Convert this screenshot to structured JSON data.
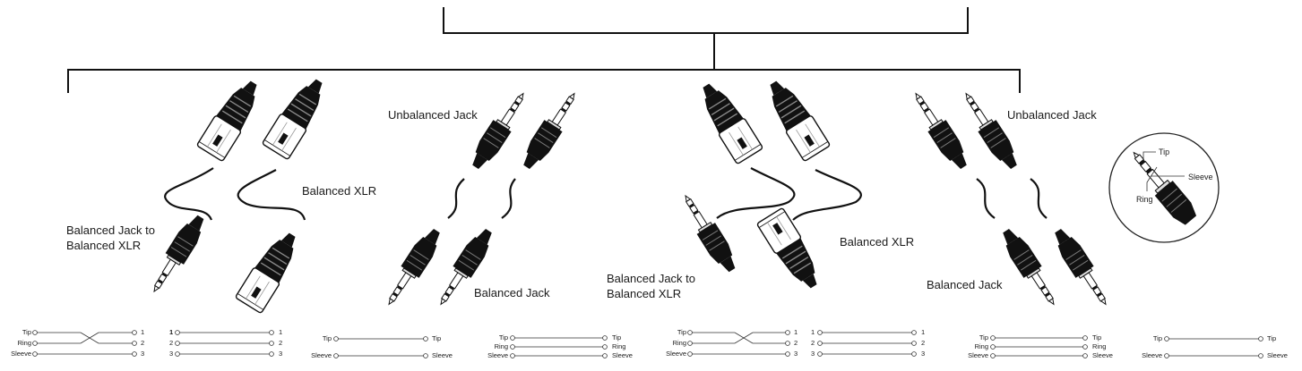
{
  "labels": {
    "d1_jack_to_xlr_line1": "Balanced Jack to",
    "d1_jack_to_xlr_line2": "Balanced XLR",
    "d1_balanced_xlr": "Balanced XLR",
    "d2_unbalanced_jack": "Unbalanced Jack",
    "d2_balanced_jack": "Balanced Jack",
    "d3_jack_to_xlr_line1": "Balanced Jack to",
    "d3_jack_to_xlr_line2": "Balanced XLR",
    "d3_balanced_xlr": "Balanced XLR",
    "d4_unbalanced_jack": "Unbalanced Jack",
    "d4_balanced_jack": "Balanced Jack",
    "inset_tip": "Tip",
    "inset_ring": "Ring",
    "inset_sleeve": "Sleeve"
  },
  "wiring": {
    "tip": "Tip",
    "ring": "Ring",
    "sleeve": "Sleeve",
    "n1": "1",
    "n2": "2",
    "n3": "3"
  }
}
